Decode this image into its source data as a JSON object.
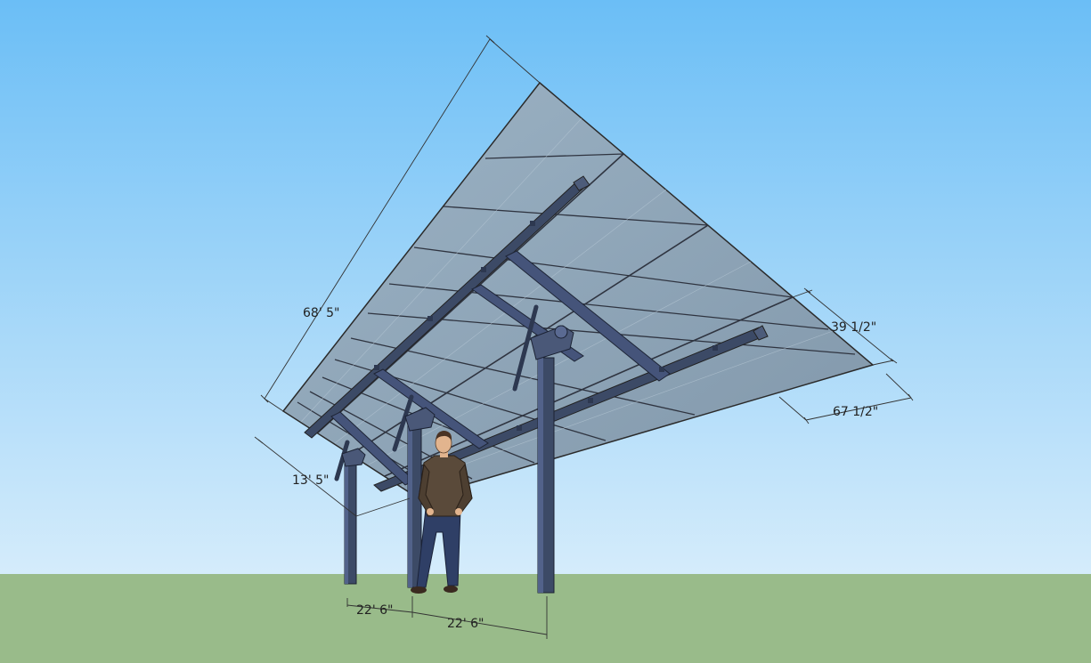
{
  "colors": {
    "sky_top": "#6bbef6",
    "sky_bottom": "#d5ecfb",
    "ground": "#99bb8a",
    "panel": "#8fa7b9",
    "panel_dark": "#6f8597",
    "frame": "#3c4a66",
    "shirt": "#5a4a3a",
    "jeans": "#2f3f66",
    "skin": "#e2b48e"
  },
  "dimensions": {
    "length": "68' 5\"",
    "height": "13' 5\"",
    "span_1": "22' 6\"",
    "span_2": "22' 6\"",
    "module_width": "39 1/2\"",
    "module_length": "67 1/2\""
  },
  "icons": {
    "person": "person-figure-icon"
  }
}
